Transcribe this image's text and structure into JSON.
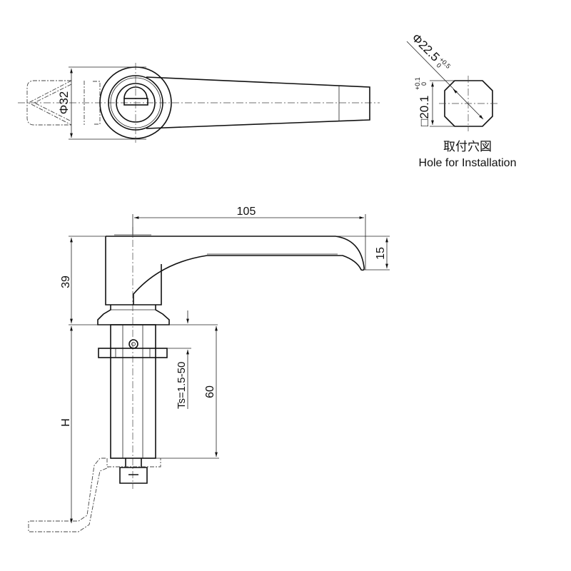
{
  "top_view": {
    "diameter_label": "Φ32"
  },
  "hole_view": {
    "title_jp": "取付穴図",
    "title_en": "Hole for Installation",
    "diameter_label": "Φ22.5",
    "diameter_tol_upper": "+0.5",
    "diameter_tol_lower": "0",
    "square_label": "□20.1",
    "square_tol_upper": "+0.1",
    "square_tol_lower": "0"
  },
  "side_view": {
    "length_label": "105",
    "lever_height_label": "15",
    "head_height_label": "39",
    "thickness_label": "Ts=1.5-50",
    "shaft_length_label": "60",
    "cam_height_label": "H"
  }
}
